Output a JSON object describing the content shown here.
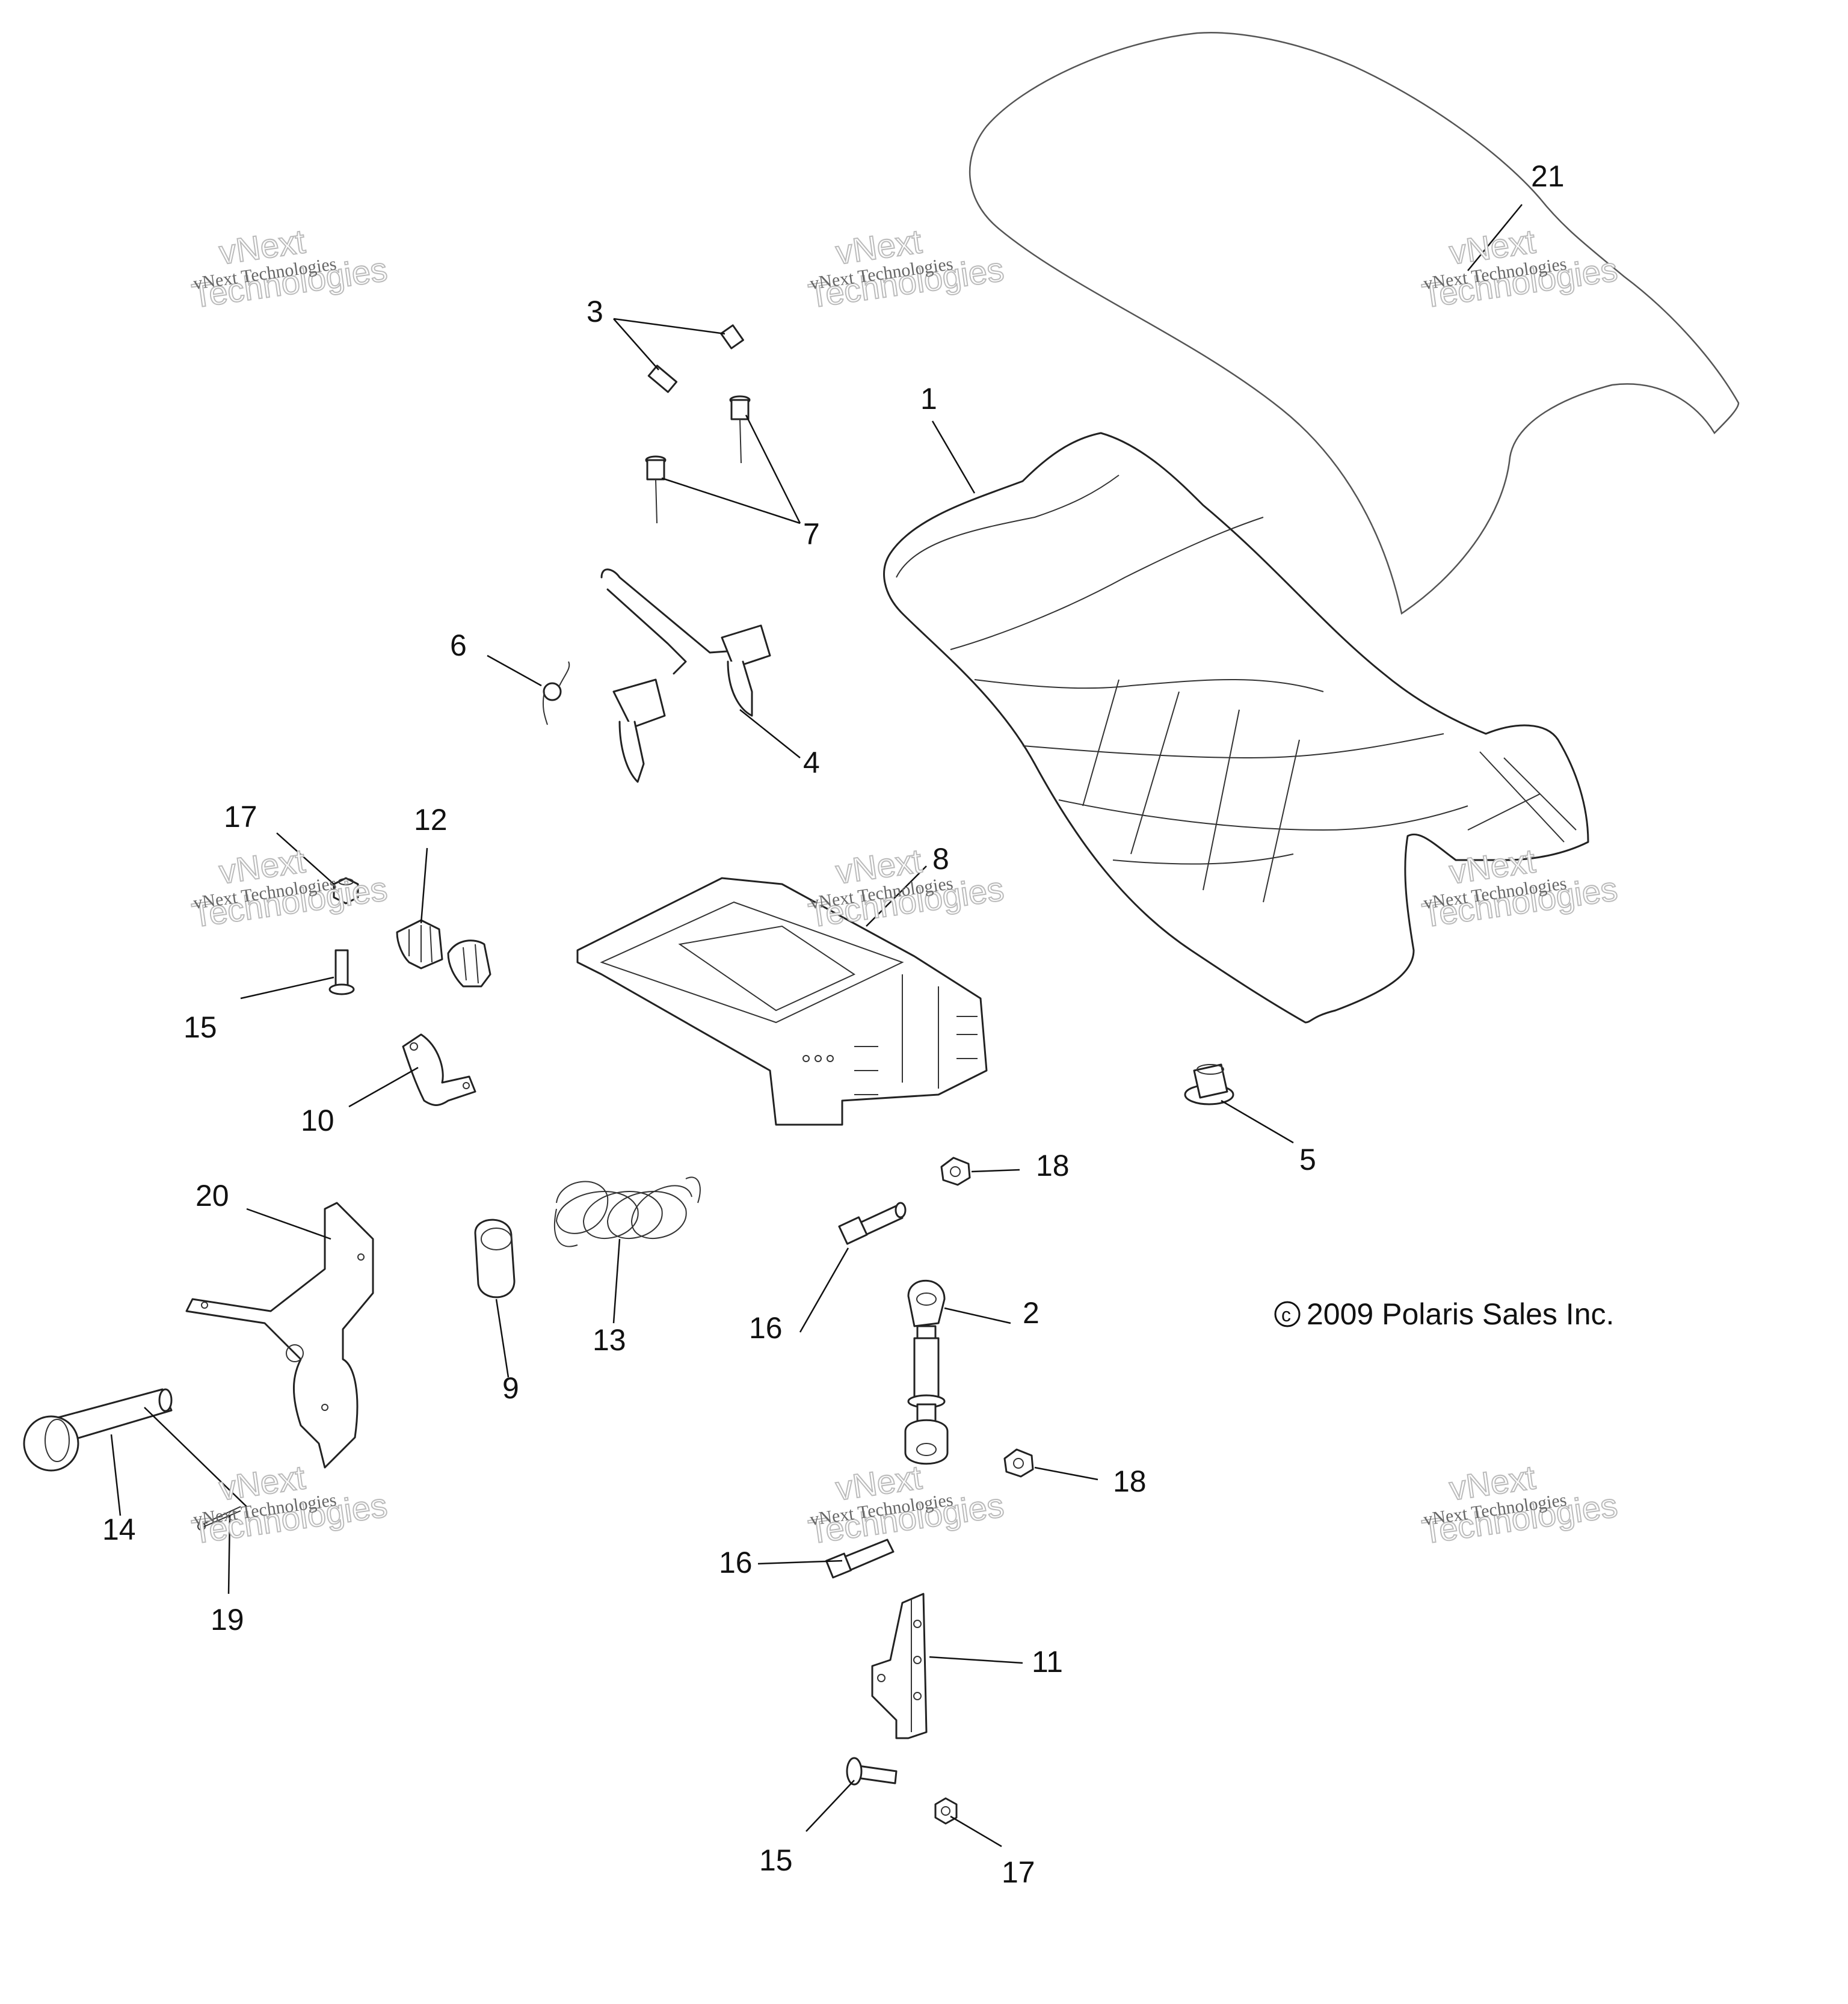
{
  "diagram": {
    "callouts": [
      "21",
      "3",
      "1",
      "7",
      "6",
      "4",
      "17",
      "12",
      "8",
      "15",
      "10",
      "5",
      "18",
      "20",
      "13",
      "16",
      "2",
      "9",
      "14",
      "18",
      "16",
      "19",
      "11",
      "15",
      "17"
    ],
    "copyright_text": "2009 Polaris Sales Inc.",
    "watermark": {
      "line1": "vNext Technologies",
      "line2": "vNext",
      "line3": "Technologies"
    }
  }
}
